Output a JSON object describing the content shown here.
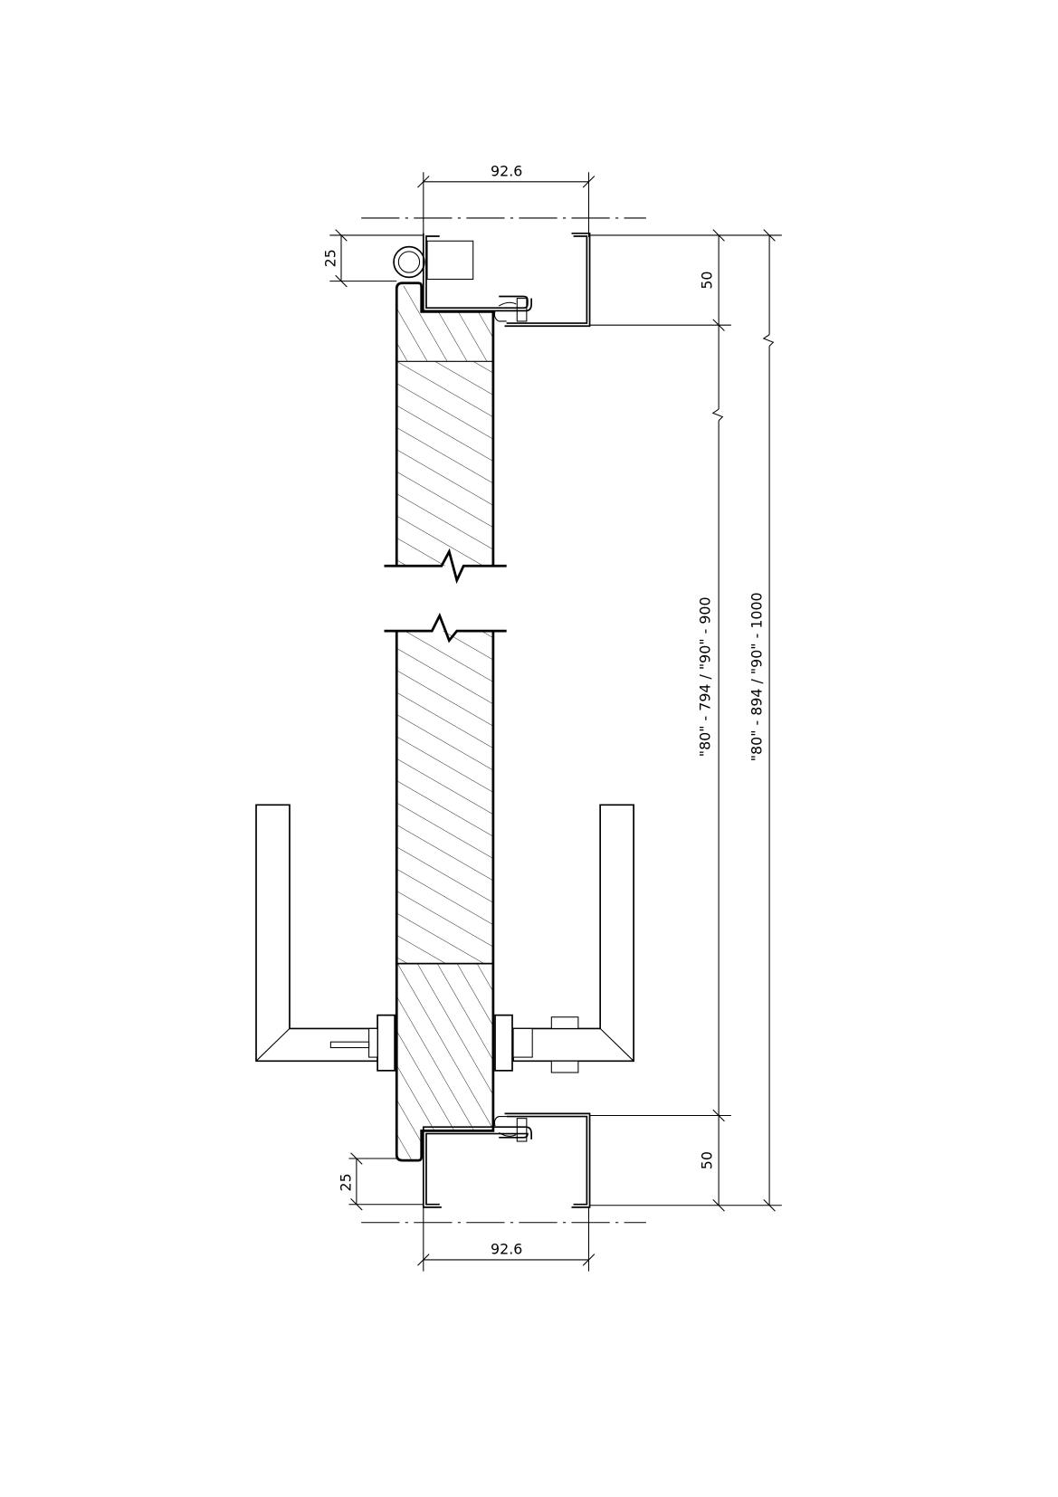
{
  "drawing": {
    "type": "door-frame-cross-section",
    "line_color": "#000000",
    "background": "#ffffff"
  },
  "dimensions": {
    "top_frame_depth": "92.6",
    "bottom_frame_depth": "92.6",
    "top_rebate": "25",
    "bottom_rebate": "25",
    "top_frame_width": "50",
    "bottom_frame_width": "50",
    "clear_opening": "\"80\" - 794 / \"90\" - 900",
    "overall_width": "\"80\" - 894 / \"90\" - 1000"
  },
  "components": [
    {
      "name": "hinge",
      "label": "hinge-knuckle"
    },
    {
      "name": "door-leaf-upper",
      "label": "door-leaf"
    },
    {
      "name": "door-leaf-lower",
      "label": "door-leaf"
    },
    {
      "name": "frame-top",
      "label": "steel-frame-profile"
    },
    {
      "name": "frame-bottom",
      "label": "steel-frame-profile"
    },
    {
      "name": "lever-handle-left",
      "label": "lever-handle"
    },
    {
      "name": "lever-handle-right",
      "label": "lever-handle"
    }
  ]
}
